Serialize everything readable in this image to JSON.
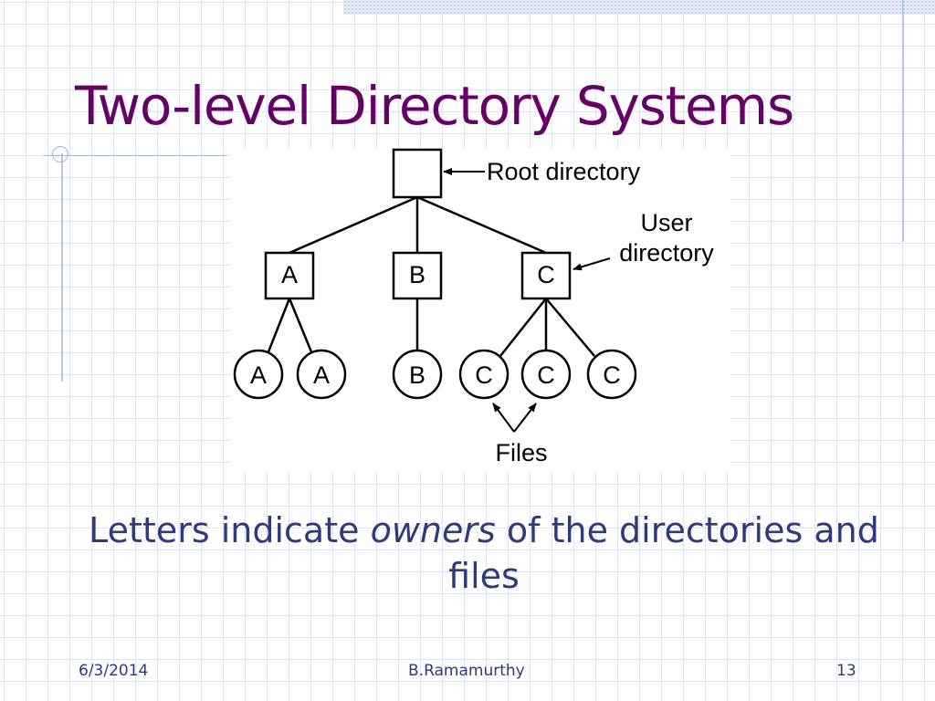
{
  "slide": {
    "title": "Two-level Directory Systems",
    "caption": {
      "before": "Letters indicate ",
      "emphasis": "owners",
      "after": " of the directories and",
      "line2": "files"
    },
    "footer": {
      "date": "6/3/2014",
      "author": "B.Ramamurthy",
      "page": "13"
    }
  },
  "diagram": {
    "root_label": "Root directory",
    "user_directory_label_line1": "User",
    "user_directory_label_line2": "directory",
    "files_label": "Files",
    "user_directories": [
      "A",
      "B",
      "C"
    ],
    "files": [
      "A",
      "A",
      "B",
      "C",
      "C",
      "C"
    ]
  },
  "colors": {
    "title": "#660066",
    "body_text": "#2e3a7a",
    "grid": "#dde3f0",
    "accent_rule": "#b7c6e6"
  }
}
